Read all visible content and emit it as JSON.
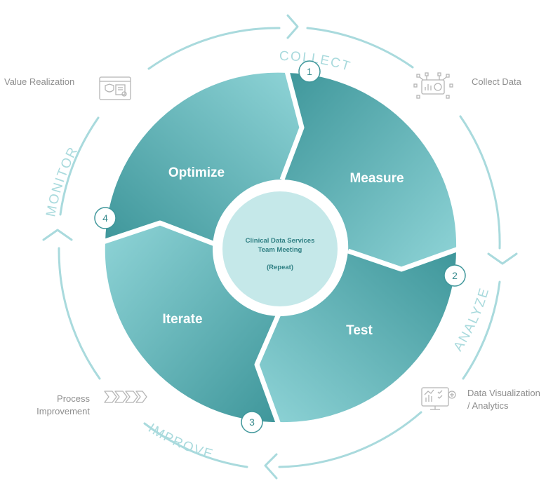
{
  "cycle": {
    "center": {
      "line1": "Clinical Data Services",
      "line2": "Team Meeting",
      "line3": "(Repeat)"
    },
    "segments": [
      {
        "number": "1",
        "label": "Measure"
      },
      {
        "number": "2",
        "label": "Test"
      },
      {
        "number": "3",
        "label": "Iterate"
      },
      {
        "number": "4",
        "label": "Optimize"
      }
    ],
    "phases": {
      "collect": "COLLECT",
      "analyze": "ANALYZE",
      "improve": "IMPROVE",
      "monitor": "MONITOR"
    }
  },
  "side_items": {
    "value_realization": "Value Realization",
    "collect_data": "Collect Data",
    "data_viz_line1": "Data Visualization",
    "data_viz_line2": "/ Analytics",
    "process_line1": "Process",
    "process_line2": "Improvement"
  },
  "colors": {
    "teal_dark": "#3a9498",
    "teal_light": "#8dd3d6",
    "outer_ring": "#a9dadd",
    "center_fill": "#c5e8e9",
    "icon_gray": "#b5b5b5"
  },
  "icons": {
    "value_realization": "browser-shield-document-icon",
    "collect_data": "dashboard-network-icon",
    "data_viz": "monitor-chart-icon",
    "process": "chevron-arrows-icon"
  }
}
